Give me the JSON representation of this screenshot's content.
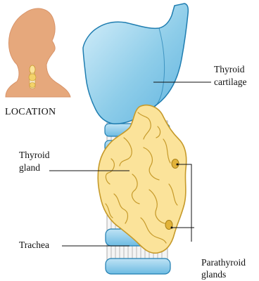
{
  "location_inset": {
    "caption": "LOCATION"
  },
  "labels": {
    "thyroid_cartilage_line1": "Thyroid",
    "thyroid_cartilage_line2": "cartilage",
    "thyroid_gland_line1": "Thyroid",
    "thyroid_gland_line2": "gland",
    "trachea": "Trachea",
    "parathyroid_line1": "Parathyroid",
    "parathyroid_line2": "glands"
  },
  "colors": {
    "head_skin": "#e6a87c",
    "cartilage_fill": "#7cc3e8",
    "cartilage_stroke": "#1f7db0",
    "gland_fill": "#fbe39a",
    "gland_stroke": "#c69a2a",
    "parathyroid_fill": "#e2b339",
    "trachea_ring": "#f2f2f2"
  }
}
